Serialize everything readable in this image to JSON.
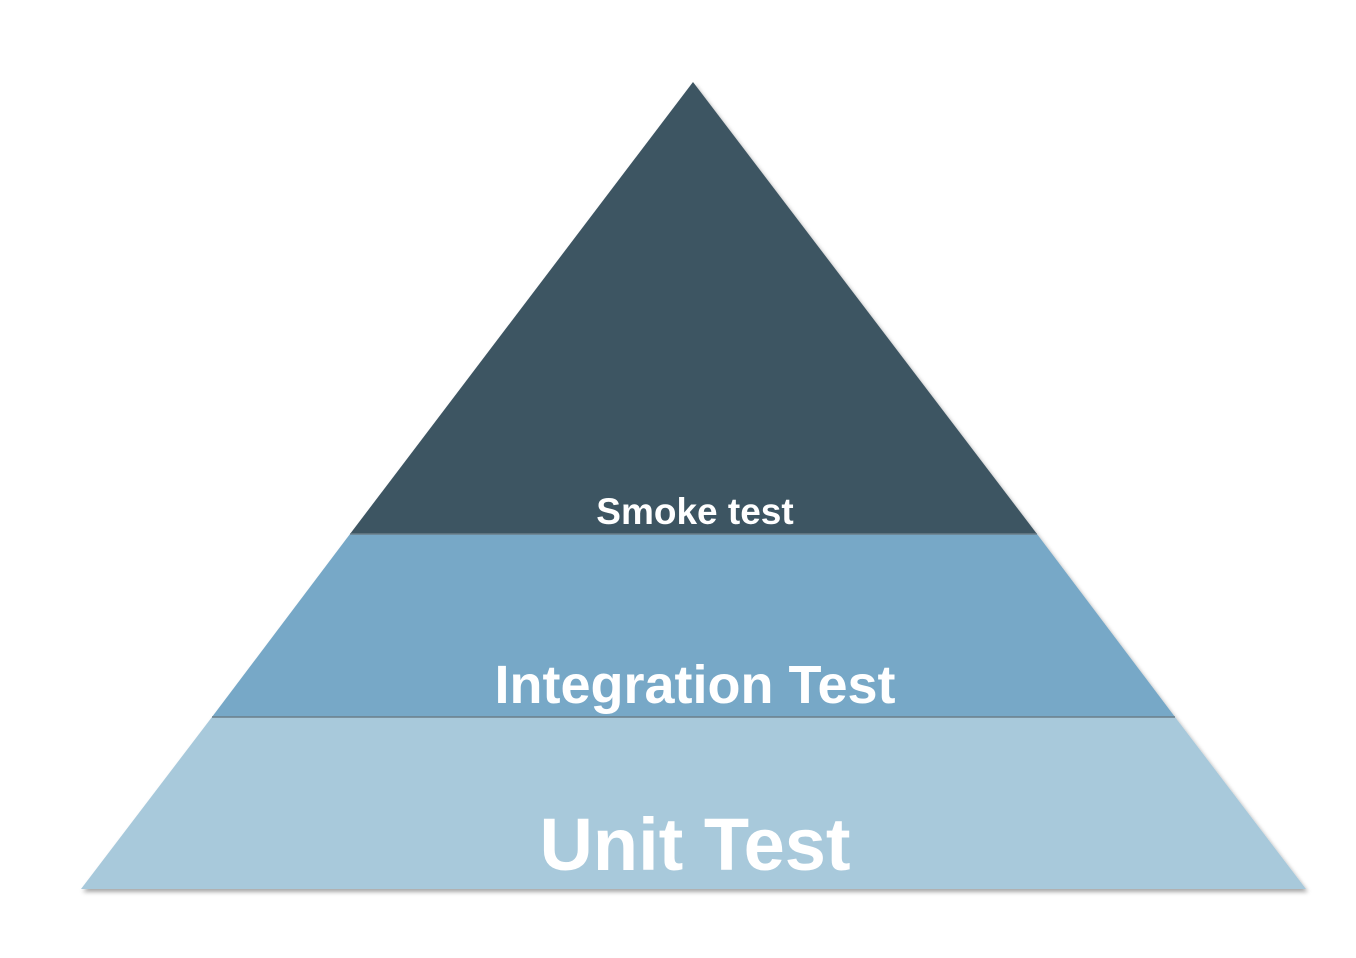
{
  "pyramid": {
    "tiers": [
      {
        "label": "Smoke test",
        "color": "#3e5562"
      },
      {
        "label": "Integration Test",
        "color": "#77a8c7"
      },
      {
        "label": "Unit Test",
        "color": "#a8c9db"
      }
    ],
    "divider_color": "#6b7f8a",
    "text_color": "#ffffff"
  }
}
